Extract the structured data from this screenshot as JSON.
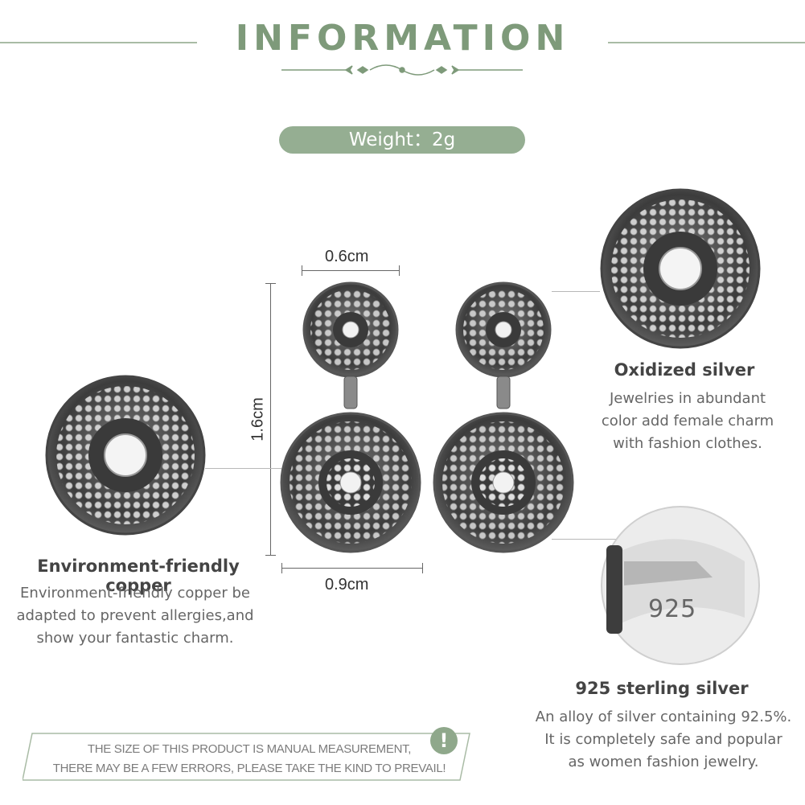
{
  "header": {
    "title": "INFORMATION"
  },
  "weight": {
    "label": "Weight：2g"
  },
  "dimensions": {
    "width_top": "0.6cm",
    "height": "1.6cm",
    "width_bottom": "0.9cm"
  },
  "features": {
    "oxidized": {
      "title": "Oxidized silver",
      "lines": [
        "Jewelries in abundant",
        "color add female charm",
        "with fashion clothes."
      ]
    },
    "copper": {
      "title": "Environment-friendly copper",
      "lines": [
        "Environment-friendly copper be",
        "adapted to prevent allergies,and",
        "show your fantastic charm."
      ]
    },
    "sterling": {
      "title": "925 sterling silver",
      "stamp": "925",
      "lines": [
        "An alloy of silver containing 92.5%.",
        "It is completely safe and popular",
        "as women fashion jewelry."
      ]
    }
  },
  "notice": {
    "lines": [
      "THE SIZE OF THIS PRODUCT IS MANUAL MEASUREMENT,",
      "THERE MAY BE A FEW ERRORS, PLEASE TAKE THE KIND TO PREVAIL!"
    ],
    "badge": "!"
  },
  "colors": {
    "accent": "#95ae92",
    "title": "#7e9a7a"
  },
  "icons": [
    "ornament-divider-icon",
    "exclamation-icon"
  ]
}
